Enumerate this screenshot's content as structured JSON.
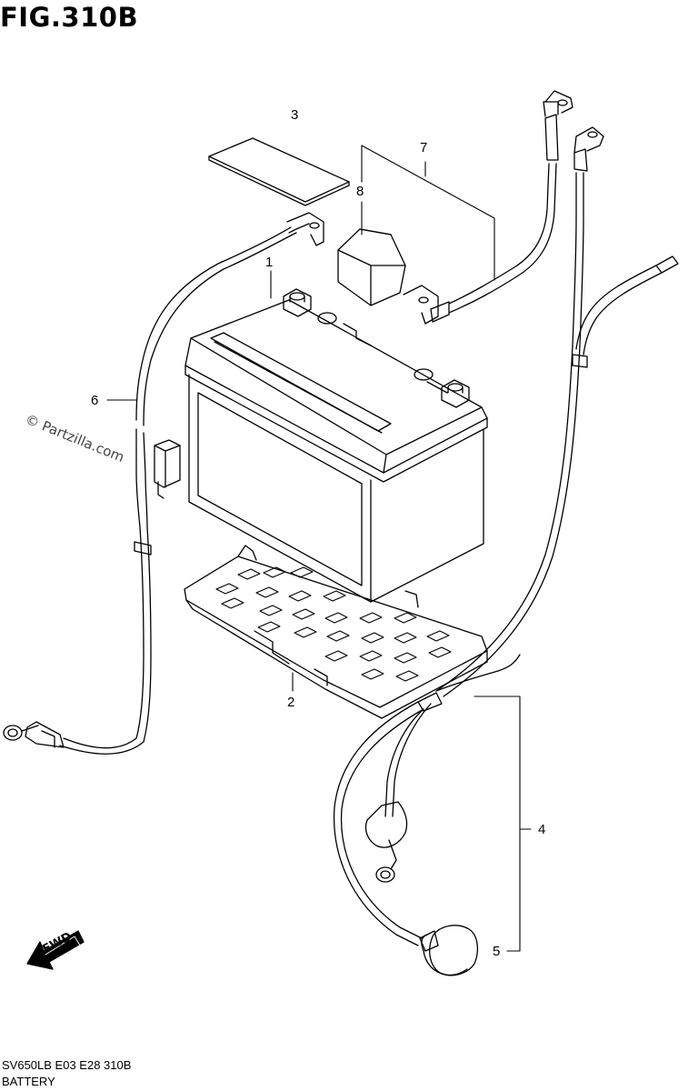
{
  "figure": {
    "title": "FIG.310B",
    "watermark": "© Partzilla.com",
    "fwd_label": "FWD",
    "footer_code": "SV650LB  E03  E28  310B",
    "footer_name": "BATTERY"
  },
  "callouts": [
    {
      "id": "1",
      "label": "1"
    },
    {
      "id": "2",
      "label": "2"
    },
    {
      "id": "3",
      "label": "3"
    },
    {
      "id": "4",
      "label": "4"
    },
    {
      "id": "5",
      "label": "5"
    },
    {
      "id": "6",
      "label": "6"
    },
    {
      "id": "7",
      "label": "7"
    },
    {
      "id": "8",
      "label": "8"
    }
  ]
}
